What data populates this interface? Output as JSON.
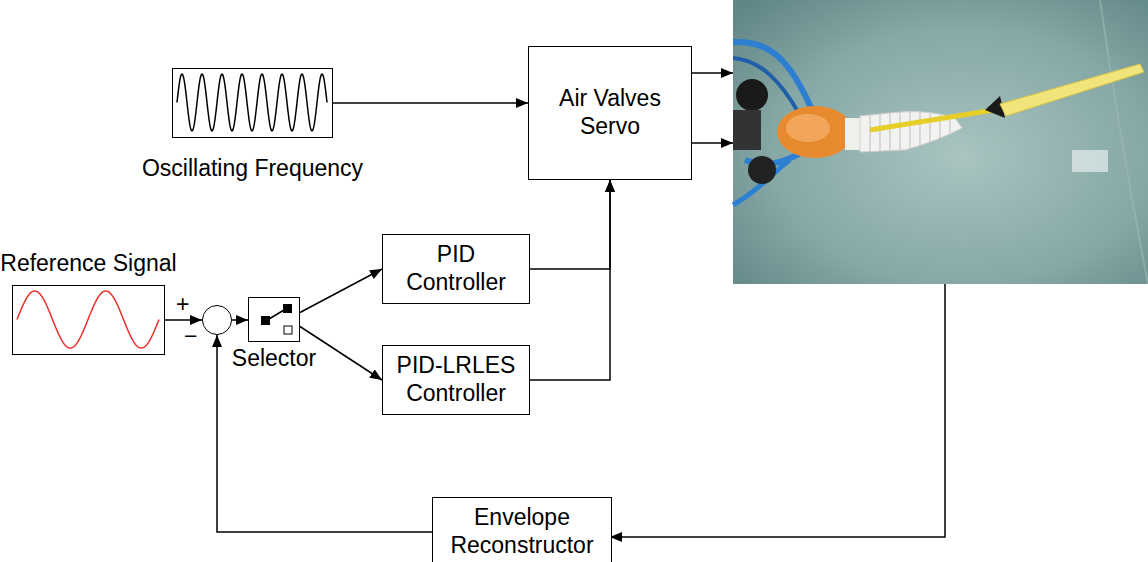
{
  "diagram": {
    "nodes": [
      {
        "text": [
          "Oscillating Frequency"
        ]
      },
      {
        "text": [
          "Air Valves Servo"
        ]
      },
      {
        "text": [
          "Reference Signal"
        ]
      },
      {
        "text": [
          "+",
          "−"
        ]
      },
      {
        "text": [
          "Selector"
        ]
      },
      {
        "text": [
          "PID Controller"
        ]
      },
      {
        "text": [
          "PID-LRLES Controller"
        ]
      },
      {
        "text": [
          "Envelope Reconstructor"
        ]
      }
    ],
    "edges": [
      {
        "from": 0,
        "to": 1,
        "arrow": "to"
      },
      {
        "from": 2,
        "to": 3,
        "arrow": "to"
      },
      {
        "from": 3,
        "to": 4,
        "arrow": "to"
      },
      {
        "from": 4,
        "to": 5,
        "arrow": "to"
      },
      {
        "from": 4,
        "to": 6,
        "arrow": "to"
      },
      {
        "from": 5,
        "to": 1,
        "arrow": "to"
      },
      {
        "from": 6,
        "to": 1,
        "arrow": "to"
      },
      {
        "from": 7,
        "to": 3,
        "arrow": "to"
      }
    ]
  }
}
